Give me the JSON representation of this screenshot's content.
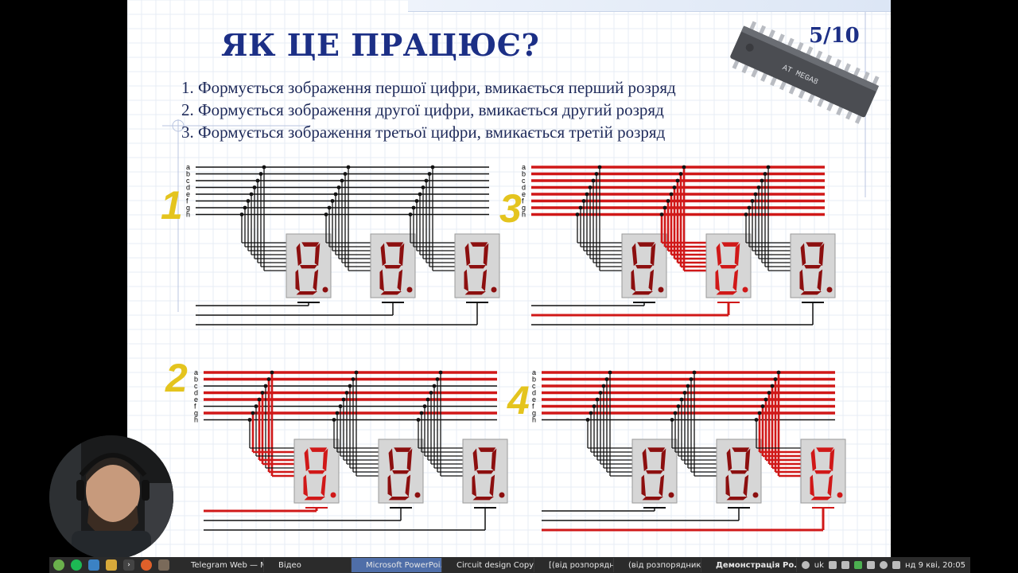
{
  "slide": {
    "title": "ЯК ЦЕ ПРАЦЮЄ?",
    "counter": "5/10",
    "chip_marking": "AT MEGA8",
    "steps": [
      "1. Формується зображення першої цифри, вмикається перший розряд",
      "2. Формується зображення другої цифри, вмикається другий розряд",
      "3. Формується зображення третьої цифри, вмикається третій розряд"
    ],
    "segment_lines": [
      "a",
      "b",
      "c",
      "d",
      "e",
      "f",
      "g",
      "h"
    ],
    "digit_glyph": "8.",
    "panels": [
      {
        "number": "1",
        "active_digit": 0,
        "active_lines": []
      },
      {
        "number": "3",
        "active_digit": 2,
        "active_lines": [
          "a",
          "b",
          "c",
          "d",
          "e",
          "f",
          "g",
          "h"
        ]
      },
      {
        "number": "2",
        "active_digit": 1,
        "active_lines": [
          "a",
          "b",
          "d",
          "e",
          "g"
        ]
      },
      {
        "number": "4",
        "active_digit": 3,
        "active_lines": [
          "a",
          "b",
          "c",
          "d",
          "e",
          "f",
          "g"
        ]
      }
    ],
    "colors": {
      "title": "#1c2f86",
      "active": "#d01818",
      "inactive_digit": "#8c0f0f",
      "panel_number": "#e4c41e"
    }
  },
  "taskbar": {
    "windows": [
      {
        "label": "Telegram Web — M...",
        "icon": "browser-icon",
        "color": "#e0602a"
      },
      {
        "label": "Відео",
        "icon": "folder-icon",
        "color": "#d8a93a"
      },
      {
        "label": "Microsoft PowerPoi...",
        "icon": "browser-icon",
        "color": "#e0602a",
        "active": true
      },
      {
        "label": "Circuit design Copy ...",
        "icon": "browser-icon",
        "color": "#e0602a"
      },
      {
        "label": "[(від розпорядника)]",
        "icon": "window-icon",
        "color": "#6c8ed0"
      },
      {
        "label": "(від розпорядника)",
        "icon": "window-icon",
        "color": "#6c8ed0"
      },
      {
        "label": "Демонстрація Ро...",
        "icon": "window-icon",
        "color": "#d84f3a",
        "bold": true
      }
    ],
    "tray": {
      "language": "uk",
      "clock": "нд 9 кві, 20:05"
    }
  }
}
